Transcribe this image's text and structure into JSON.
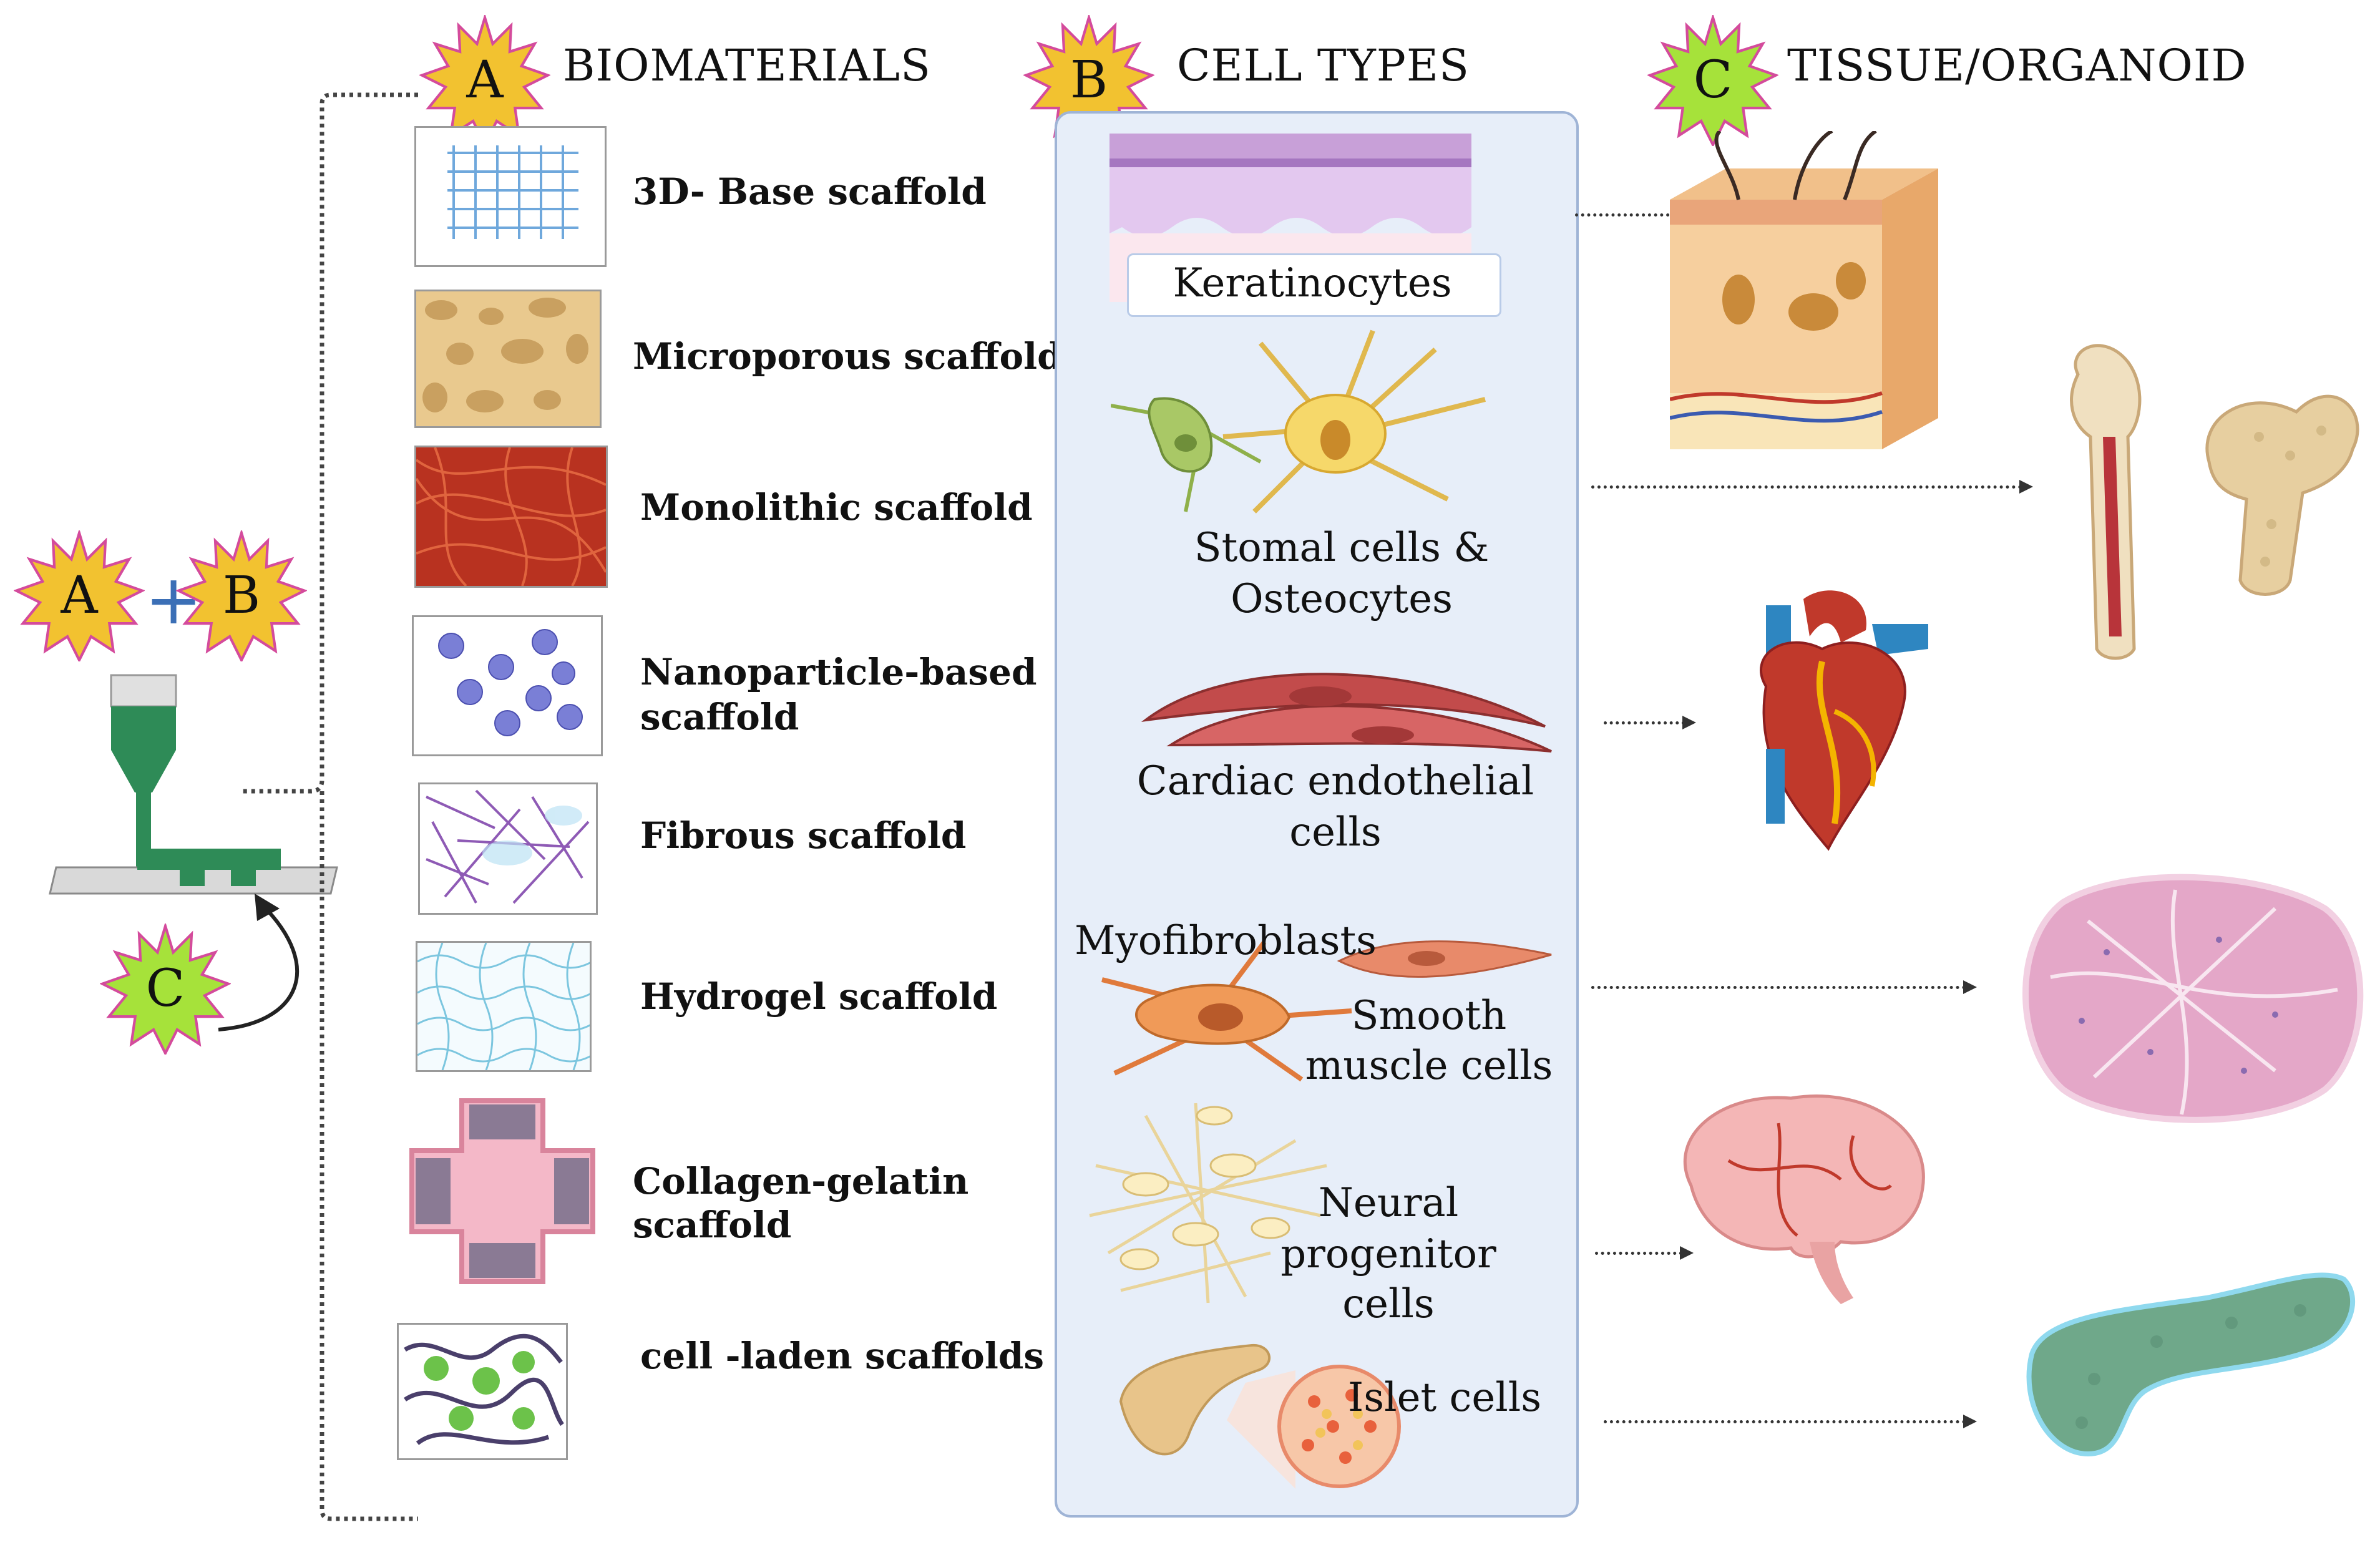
{
  "headers": {
    "a": {
      "badge": "A",
      "title": "BIOMATERIALS"
    },
    "b": {
      "badge": "B",
      "title": "CELL TYPES"
    },
    "c": {
      "badge": "C",
      "title": "TISSUE/ORGANOID"
    }
  },
  "left": {
    "badge_a": "A",
    "plus": "+",
    "badge_b": "B",
    "badge_c": "C"
  },
  "biomaterials": [
    {
      "label": "3D- Base scaffold"
    },
    {
      "label": "Microporous scaffold"
    },
    {
      "label": "Monolithic scaffold"
    },
    {
      "label": "Nanoparticle-based scaffold",
      "line1": "Nanoparticle-based",
      "line2": "scaffold"
    },
    {
      "label": "Fibrous scaffold"
    },
    {
      "label": "Hydrogel scaffold"
    },
    {
      "label": "Collagen-gelatin scaffold",
      "line1": "Collagen-gelatin",
      "line2": "scaffold"
    },
    {
      "label": "cell -laden scaffolds"
    }
  ],
  "cells": {
    "keratinocytes": "Keratinocytes",
    "stromal_l1": "Stomal cells &",
    "stromal_l2": "Osteocytes",
    "cardiac_l1": "Cardiac endothelial",
    "cardiac_l2": "cells",
    "myofibroblasts": "Myofibroblasts",
    "smooth_l1": "Smooth",
    "smooth_l2": "muscle cells",
    "neural_l1": "Neural",
    "neural_l2": "progenitor cells",
    "islet": "Islet cells"
  },
  "tissues": [
    "skin-icon",
    "bone-icon",
    "heart-icon",
    "muscle-tissue-icon",
    "brain-icon",
    "pancreas-icon"
  ],
  "colors": {
    "star_yellow": "#f2c230",
    "star_green": "#a6e23a",
    "star_border": "#d44b9c",
    "panel": "#e7eef9"
  }
}
